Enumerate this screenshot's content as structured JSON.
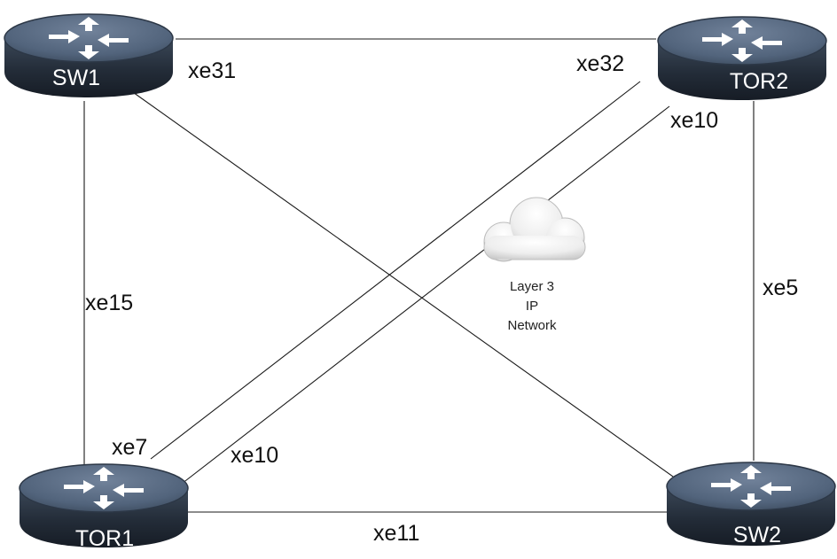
{
  "routers": [
    {
      "id": "sw1",
      "name": "SW1"
    },
    {
      "id": "tor2",
      "name": "TOR2"
    },
    {
      "id": "tor1",
      "name": "TOR1"
    },
    {
      "id": "sw2",
      "name": "SW2"
    }
  ],
  "links": [
    {
      "from": "SW1",
      "to": "TOR2",
      "port": "xe31"
    },
    {
      "from": "TOR2",
      "to": "TOR1",
      "port": "xe32"
    },
    {
      "from": "TOR2",
      "to": "TOR1",
      "port": "xe10"
    },
    {
      "from": "SW1",
      "to": "TOR1",
      "port": "xe15"
    },
    {
      "from": "TOR2",
      "to": "SW2",
      "port": "xe5"
    },
    {
      "from": "TOR1",
      "to": "TOR2",
      "port": "xe7"
    },
    {
      "from": "TOR1",
      "to": "TOR2",
      "port": "xe10"
    },
    {
      "from": "TOR1",
      "to": "SW2",
      "port": "xe11"
    },
    {
      "from": "SW1",
      "to": "SW2",
      "port": ""
    }
  ],
  "cloud": {
    "lines": [
      "Layer 3",
      "IP",
      "Network"
    ]
  },
  "colors": {
    "router_top": "#52647c",
    "router_body": "#283342",
    "arrow": "#ffffff",
    "line": "#1a1a1a",
    "cloud_fill": "#eeeeee"
  }
}
